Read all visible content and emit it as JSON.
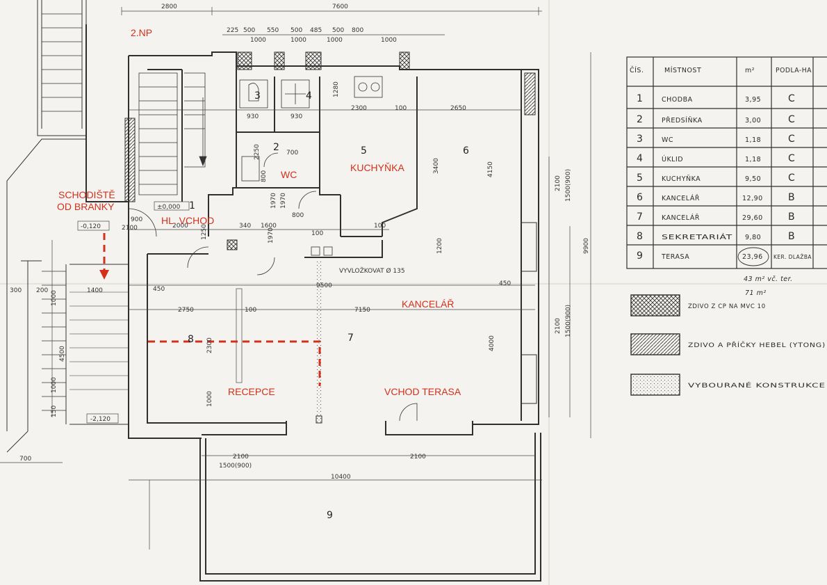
{
  "floor_label": "2.NP",
  "annotations": {
    "stairs_gate": [
      "SCHODIŠTĚ",
      "OD BRANKY"
    ],
    "main_entrance": "HL. VCHOD",
    "wc": "WC",
    "kitchenette": "KUCHYŇKA",
    "office": "KANCELÁŘ",
    "reception": "RECEPCE",
    "terrace_entrance": "VCHOD TERASA"
  },
  "room_numbers": [
    "1",
    "2",
    "3",
    "4",
    "5",
    "6",
    "7",
    "8",
    "9"
  ],
  "dimensions": {
    "top_left": "2800",
    "top_main": "7600",
    "top_chain": [
      "225",
      "500",
      "550",
      "500",
      "485",
      "500",
      "800",
      "1000",
      "1000",
      "1000",
      "1000"
    ],
    "wc_row": [
      "930",
      "930",
      "2300",
      "100",
      "2650"
    ],
    "vertical_right": [
      "2100",
      "1500(900)",
      "9900",
      "2100",
      "1500(900)"
    ],
    "mid_row": [
      "340",
      "1600",
      "800",
      "100"
    ],
    "office_row": [
      "450",
      "9500",
      "450"
    ],
    "office_row2": [
      "2750",
      "100",
      "7150"
    ],
    "office_vert": [
      "2300",
      "1000",
      "4000",
      "3400",
      "4150",
      "1200"
    ],
    "bottom_row": [
      "2100",
      "1500(900)",
      "2100"
    ],
    "terrace_width": "10400",
    "left": [
      "300",
      "200",
      "1400",
      "1000",
      "4500",
      "1000",
      "150",
      "700",
      "900",
      "2100",
      "2000",
      "1250",
      "1970"
    ],
    "kitchen_dims": [
      "1280",
      "1970",
      "800",
      "1970",
      "100",
      "2250",
      "700"
    ],
    "levels": [
      "±0,000",
      "-0,120",
      "-2,120"
    ],
    "vyluzkovat": "VYVLOŽKOVAT Ø 135"
  },
  "room_table": {
    "headers": [
      "ČÍS.",
      "MÍSTNOST",
      "m²",
      "PODLA-HA"
    ],
    "rows": [
      {
        "no": "1",
        "name": "CHODBA",
        "area": "3,95",
        "floor": "C"
      },
      {
        "no": "2",
        "name": "PŘEDSÍŇKA",
        "area": "3,00",
        "floor": "C"
      },
      {
        "no": "3",
        "name": "WC",
        "area": "1,18",
        "floor": "C"
      },
      {
        "no": "4",
        "name": "ÚKLID",
        "area": "1,18",
        "floor": "C"
      },
      {
        "no": "5",
        "name": "KUCHYŇKA",
        "area": "9,50",
        "floor": "C"
      },
      {
        "no": "6",
        "name": "KANCELÁŘ",
        "area": "12,90",
        "floor": "B"
      },
      {
        "no": "7",
        "name": "KANCELÁŘ",
        "area": "29,60",
        "floor": "B"
      },
      {
        "no": "8",
        "name": "SEKRETARIÁT",
        "area": "9,80",
        "floor": "B"
      },
      {
        "no": "9",
        "name": "TERASA",
        "area": "23,96",
        "floor": "KER. DLAŽBA"
      }
    ],
    "handwritten_note": [
      "43 m² vč. ter.",
      "71 m²"
    ]
  },
  "legend": [
    {
      "pattern": "crosshatch",
      "label": "ZDIVO Z CP NA MVC 10"
    },
    {
      "pattern": "hatch",
      "label": "ZDIVO A PŘÍČKY HEBEL (YTONG)"
    },
    {
      "pattern": "dots",
      "label": "VYBOURANÉ KONSTRUKCE"
    }
  ],
  "colors": {
    "annotation_red": "#d3301c",
    "ink": "#2f2f2f",
    "paper": "#f4f3ef"
  }
}
